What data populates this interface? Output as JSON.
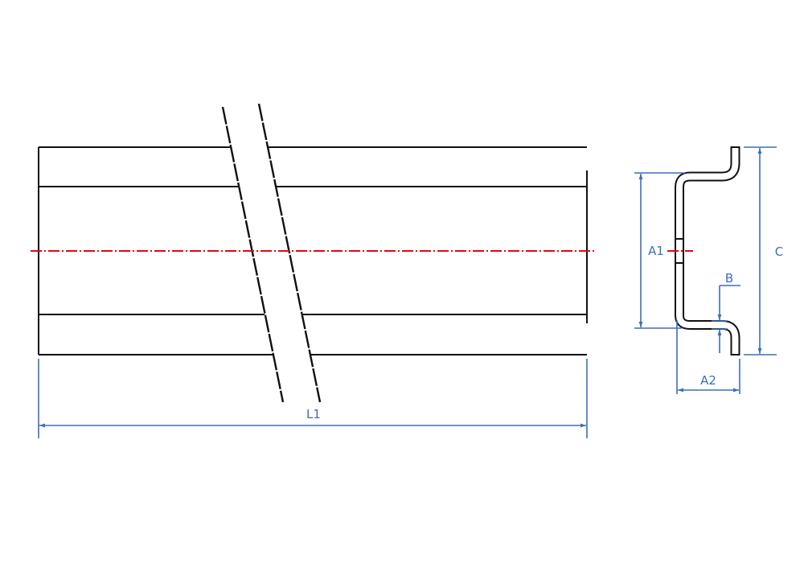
{
  "drawing": {
    "labels": {
      "length": "L1",
      "inner_height": "A1",
      "overall_height": "C",
      "depth": "A2",
      "thickness": "B"
    },
    "colors": {
      "outline": "#111111",
      "dimension": "#3d6fb8",
      "centerline": "#e30613"
    }
  }
}
